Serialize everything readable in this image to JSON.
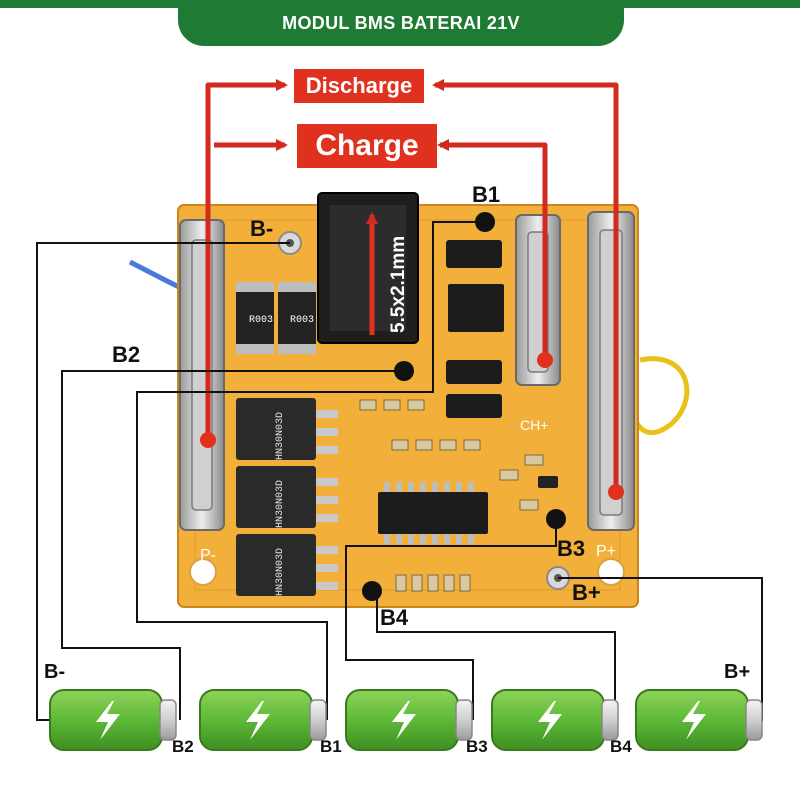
{
  "header": {
    "title": "MODUL BMS BATERAI 21V"
  },
  "flow": {
    "discharge_label": "Discharge",
    "charge_label": "Charge"
  },
  "connector": {
    "spec": "5.5x2.1mm"
  },
  "pcb": {
    "pins": {
      "b_minus": "B-",
      "b1": "B1",
      "b2": "B2",
      "b3": "B3",
      "b4": "B4",
      "b_plus": "B+"
    },
    "silk": {
      "p_minus": "P-",
      "p_plus": "P+",
      "ch_plus": "CH+",
      "resistor_1": "R003",
      "resistor_2": "R003",
      "mosfet_1": "HN30N03D",
      "mosfet_2": "HN30N03D",
      "mosfet_3": "HN30N03D"
    }
  },
  "battery_pack": {
    "cell_count": 5,
    "end_labels": {
      "negative": "B-",
      "positive": "B+"
    },
    "junction_labels": [
      "B2",
      "B1",
      "B3",
      "B4"
    ]
  },
  "colors": {
    "header_green": "#1f7a33",
    "label_red": "#e0301e",
    "arrow_red": "#d22a1e",
    "pcb_orange": "#f2b03a",
    "cell_green": "#5db936"
  }
}
